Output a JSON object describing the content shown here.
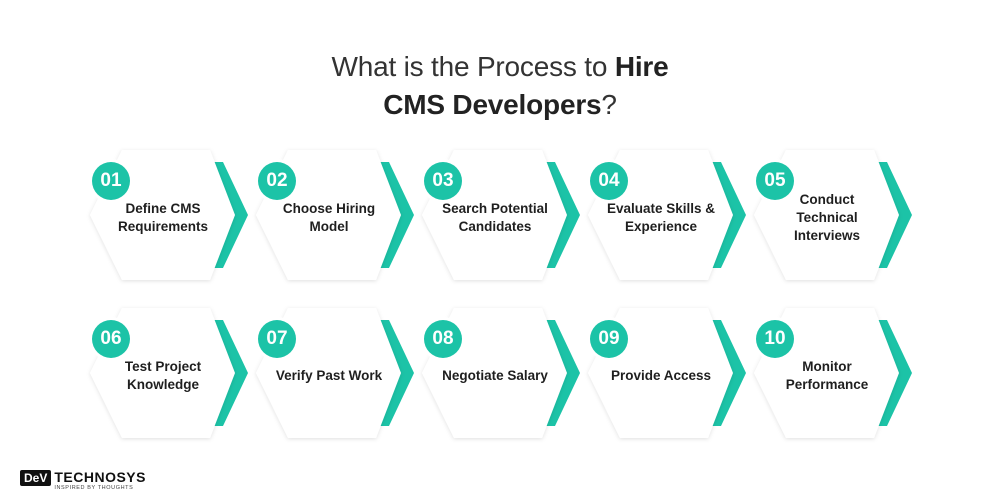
{
  "title": {
    "line1_prefix": "What is the Process to ",
    "line1_bold": "Hire",
    "line2_bold": "CMS Developers",
    "line2_suffix": "?"
  },
  "colors": {
    "accent": "#1cc3a7",
    "hexagon_fill": "#ffffff",
    "text": "#1f1f1f"
  },
  "steps": [
    {
      "number": "01",
      "label": "Define CMS Requirements"
    },
    {
      "number": "02",
      "label": "Choose Hiring Model"
    },
    {
      "number": "03",
      "label": "Search Potential Candidates"
    },
    {
      "number": "04",
      "label": "Evaluate Skills & Experience"
    },
    {
      "number": "05",
      "label": "Conduct Technical Interviews"
    },
    {
      "number": "06",
      "label": "Test Project Knowledge"
    },
    {
      "number": "07",
      "label": "Verify Past Work"
    },
    {
      "number": "08",
      "label": "Negotiate Salary"
    },
    {
      "number": "09",
      "label": "Provide Access"
    },
    {
      "number": "10",
      "label": "Monitor Performance"
    }
  ],
  "logo": {
    "badge": "DeV",
    "name": "TECHNOSYS",
    "tagline": "INSPIRED BY THOUGHTS"
  }
}
